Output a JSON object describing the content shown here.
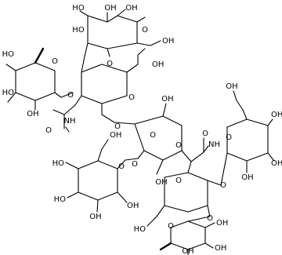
{
  "atom_labels": {
    "oh": "OH",
    "ho": "HO",
    "o": "O",
    "nh": "NH"
  }
}
